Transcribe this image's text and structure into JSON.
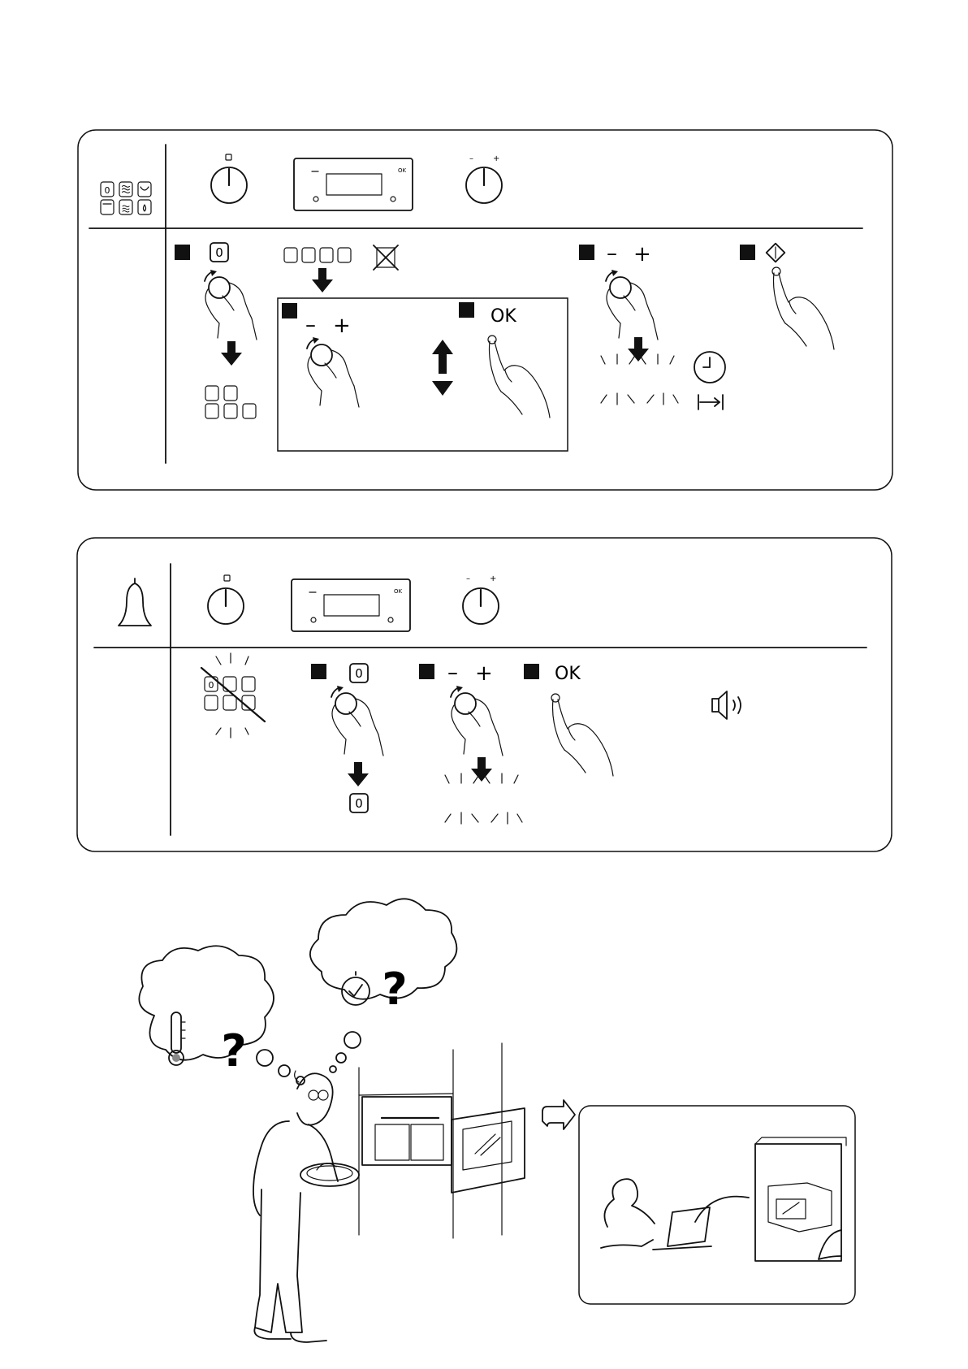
{
  "panel_a": {
    "program_zero": "0",
    "ok_label": "OK",
    "minus": "–",
    "plus": "+",
    "display_labels": {
      "ok": "OK",
      "zero": "0"
    }
  },
  "panel_b": {
    "program_zero": "0",
    "ok_label": "OK",
    "minus": "–",
    "plus": "+",
    "display_labels": {
      "ok": "OK",
      "zero": "0"
    }
  },
  "help": {
    "question_mark": "?"
  },
  "icons": [
    "oven-functions-icon",
    "bell-icon",
    "clock-icon",
    "duration-icon",
    "start-icon",
    "speaker-icon",
    "thermometer-icon",
    "timer-icon",
    "book-icon",
    "laptop-icon",
    "redirect-arrow-icon"
  ]
}
